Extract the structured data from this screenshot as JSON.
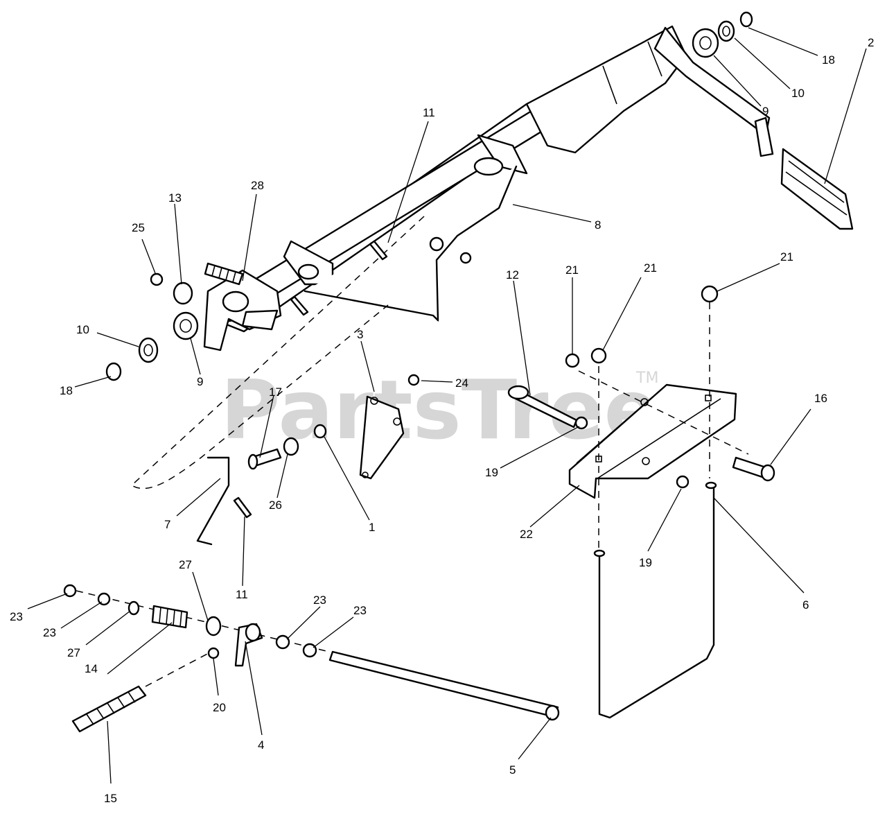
{
  "watermark": {
    "text": "PartsTree",
    "trademark": "TM"
  },
  "callouts": [
    {
      "id": "c2",
      "label": "2"
    },
    {
      "id": "c18a",
      "label": "18"
    },
    {
      "id": "c10a",
      "label": "10"
    },
    {
      "id": "c9a",
      "label": "9"
    },
    {
      "id": "c8",
      "label": "8"
    },
    {
      "id": "c11a",
      "label": "11"
    },
    {
      "id": "c28",
      "label": "28"
    },
    {
      "id": "c13",
      "label": "13"
    },
    {
      "id": "c25",
      "label": "25"
    },
    {
      "id": "c10b",
      "label": "10"
    },
    {
      "id": "c9b",
      "label": "9"
    },
    {
      "id": "c18b",
      "label": "18"
    },
    {
      "id": "c3",
      "label": "3"
    },
    {
      "id": "c24",
      "label": "24"
    },
    {
      "id": "c17",
      "label": "17"
    },
    {
      "id": "c26",
      "label": "26"
    },
    {
      "id": "c1",
      "label": "1"
    },
    {
      "id": "c7",
      "label": "7"
    },
    {
      "id": "c11b",
      "label": "11"
    },
    {
      "id": "c12",
      "label": "12"
    },
    {
      "id": "c21a",
      "label": "21"
    },
    {
      "id": "c21b",
      "label": "21"
    },
    {
      "id": "c21c",
      "label": "21"
    },
    {
      "id": "c16",
      "label": "16"
    },
    {
      "id": "c19a",
      "label": "19"
    },
    {
      "id": "c22",
      "label": "22"
    },
    {
      "id": "c19b",
      "label": "19"
    },
    {
      "id": "c6",
      "label": "6"
    },
    {
      "id": "c27a",
      "label": "27"
    },
    {
      "id": "c23a",
      "label": "23"
    },
    {
      "id": "c23b",
      "label": "23"
    },
    {
      "id": "c27b",
      "label": "27"
    },
    {
      "id": "c14",
      "label": "14"
    },
    {
      "id": "c23c",
      "label": "23"
    },
    {
      "id": "c23d",
      "label": "23"
    },
    {
      "id": "c20",
      "label": "20"
    },
    {
      "id": "c4",
      "label": "4"
    },
    {
      "id": "c15",
      "label": "15"
    },
    {
      "id": "c5",
      "label": "5"
    }
  ]
}
